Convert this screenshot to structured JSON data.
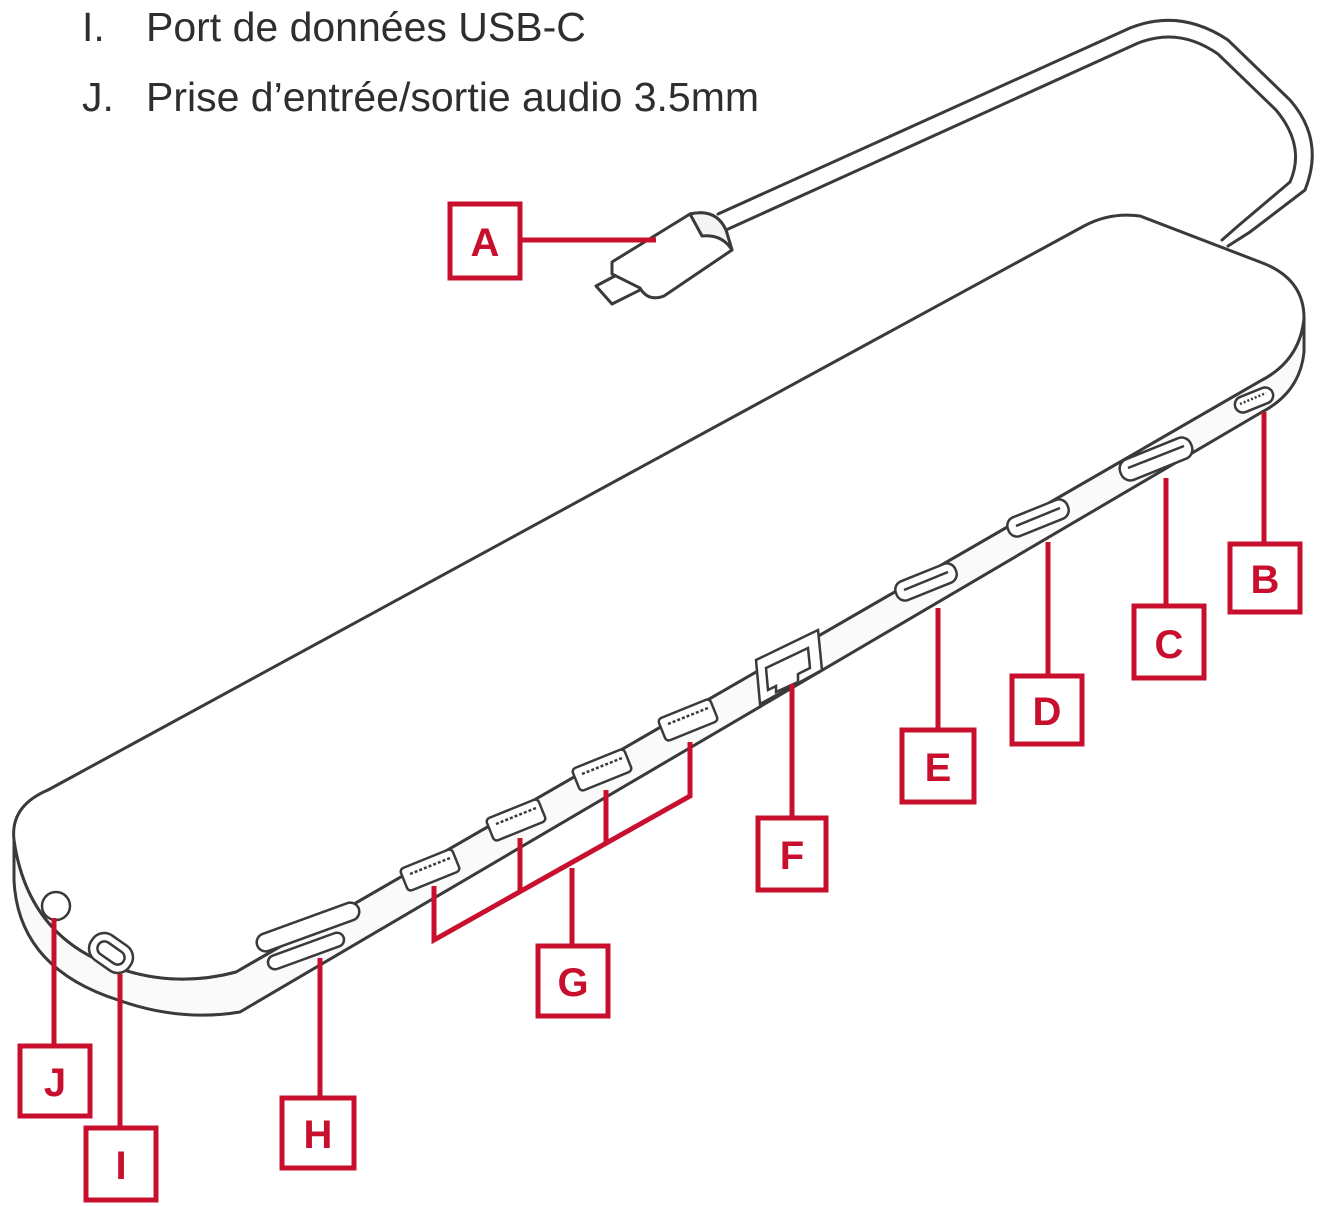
{
  "legend": [
    {
      "letter": "I.",
      "text": "Port de données USB-C"
    },
    {
      "letter": "J.",
      "text": "Prise d’entrée/sortie audio 3.5mm"
    }
  ],
  "callouts": {
    "A": "A",
    "B": "B",
    "C": "C",
    "D": "D",
    "E": "E",
    "F": "F",
    "G": "G",
    "H": "H",
    "I": "I",
    "J": "J"
  },
  "colors": {
    "callout": "#c8102e",
    "outline": "#3a3a3a",
    "text": "#2e2e2e"
  }
}
